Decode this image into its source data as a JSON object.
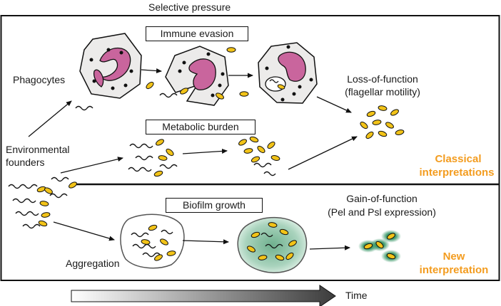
{
  "header": {
    "title": "Selective pressure"
  },
  "boxes": {
    "immune": "Immune evasion",
    "metabolic": "Metabolic burden",
    "biofilm": "Biofilm growth"
  },
  "labels": {
    "phagocytes": "Phagocytes",
    "environmental_1": "Environmental",
    "environmental_2": "founders",
    "aggregation": "Aggregation",
    "loss_1": "Loss-of-function",
    "loss_2": "(flagellar motility)",
    "gain_1": "Gain-of-function",
    "gain_2": "(Pel and Psl expression)",
    "classical_1": "Classical",
    "classical_2": "interpretations",
    "new_1": "New",
    "new_2": "interpretation",
    "time": "Time"
  },
  "colors": {
    "accent_orange": "#f39c1f",
    "bacterium_yellow": "#f2c318",
    "nucleus_pink": "#c9659d",
    "phagocyte_gray": "#ecebea",
    "biofilm_green": "#8dc4a8"
  }
}
